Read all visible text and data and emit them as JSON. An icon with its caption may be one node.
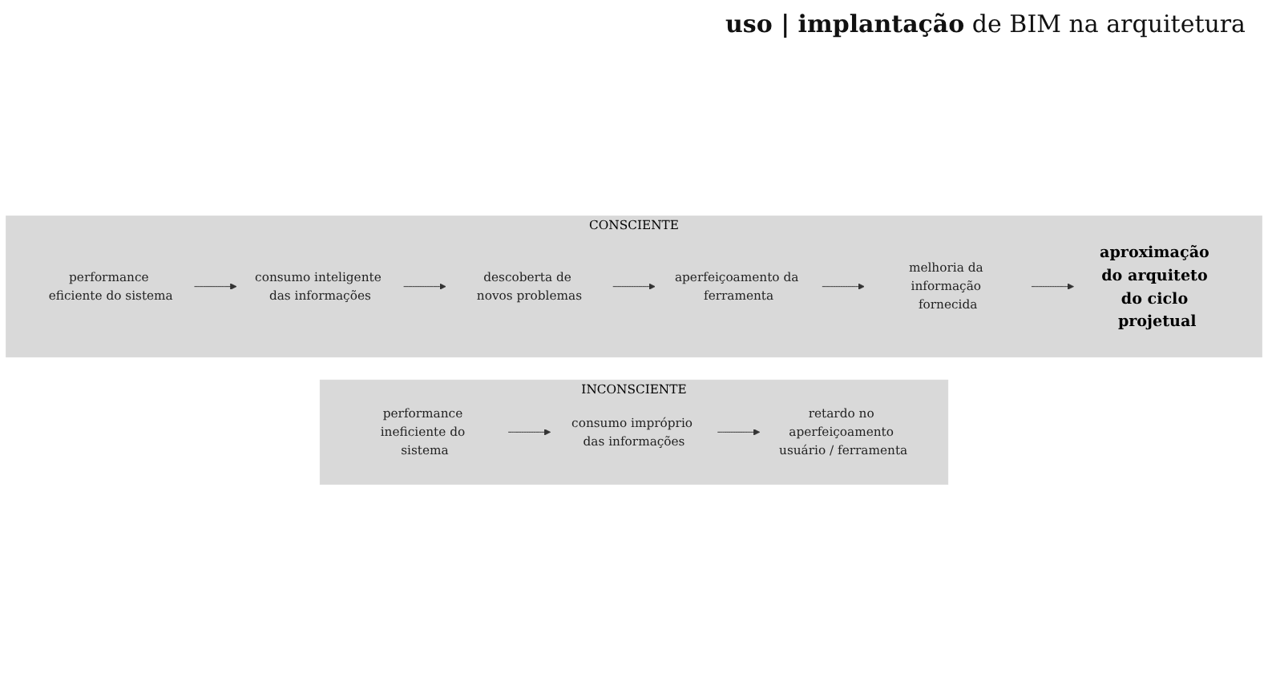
{
  "diagram": {
    "title": "**uso | implantação** de BIM na arquitetura",
    "nodes": [
      {
        "text": [
          "CONSCIENTE"
        ]
      },
      {
        "text": [
          "performance eficiente do sistema"
        ],
        "in": 0
      },
      {
        "text": [
          "consumo inteligente das informações"
        ],
        "in": 0
      },
      {
        "text": [
          "descoberta de novos problemas"
        ],
        "in": 0
      },
      {
        "text": [
          "aperfeiçoamento da ferramenta"
        ],
        "in": 0
      },
      {
        "text": [
          "melhoria da informação fornecida"
        ],
        "in": 0
      },
      {
        "text": [
          "aproximação do arquiteto do ciclo projetual"
        ],
        "in": 0
      },
      {
        "text": [
          "INCONSCIENTE"
        ]
      },
      {
        "text": [
          "performance ineficiente do sistema"
        ],
        "in": 7
      },
      {
        "text": [
          "consumo impróprio das informações"
        ],
        "in": 7
      },
      {
        "text": [
          "retardo no aperfeiçoamento usuário / ferramenta"
        ],
        "in": 7
      }
    ],
    "edges": [
      {
        "from": 1,
        "to": 2,
        "arrow": "to"
      },
      {
        "from": 2,
        "to": 3,
        "arrow": "to"
      },
      {
        "from": 3,
        "to": 4,
        "arrow": "to"
      },
      {
        "from": 4,
        "to": 5,
        "arrow": "to"
      },
      {
        "from": 5,
        "to": 6,
        "arrow": "to"
      },
      {
        "from": 8,
        "to": 9,
        "arrow": "to"
      },
      {
        "from": 9,
        "to": 10,
        "arrow": "to"
      }
    ]
  }
}
